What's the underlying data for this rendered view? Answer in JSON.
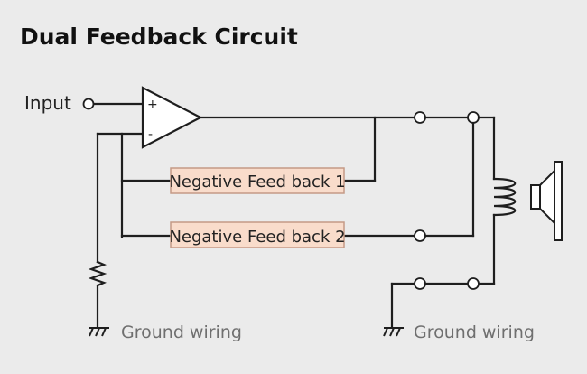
{
  "title": "Dual Feedback Circuit",
  "input_label": "Input",
  "opamp": {
    "plus": "+",
    "minus": "-"
  },
  "feedback": {
    "block1": "Negative Feed back 1",
    "block2": "Negative Feed back 2"
  },
  "ground": {
    "left": "Ground wiring",
    "right": "Ground wiring"
  },
  "icons": [
    "amplifier-triangle",
    "resistor",
    "ground-symbol",
    "inductor-coil",
    "speaker-icon",
    "terminal-circle"
  ],
  "colors": {
    "background": "#ebebeb",
    "wire": "#1e1e1e",
    "feedback_box_fill": "#f9dccb",
    "feedback_box_border": "#c49a86",
    "ground_text": "#6f6f6f"
  }
}
